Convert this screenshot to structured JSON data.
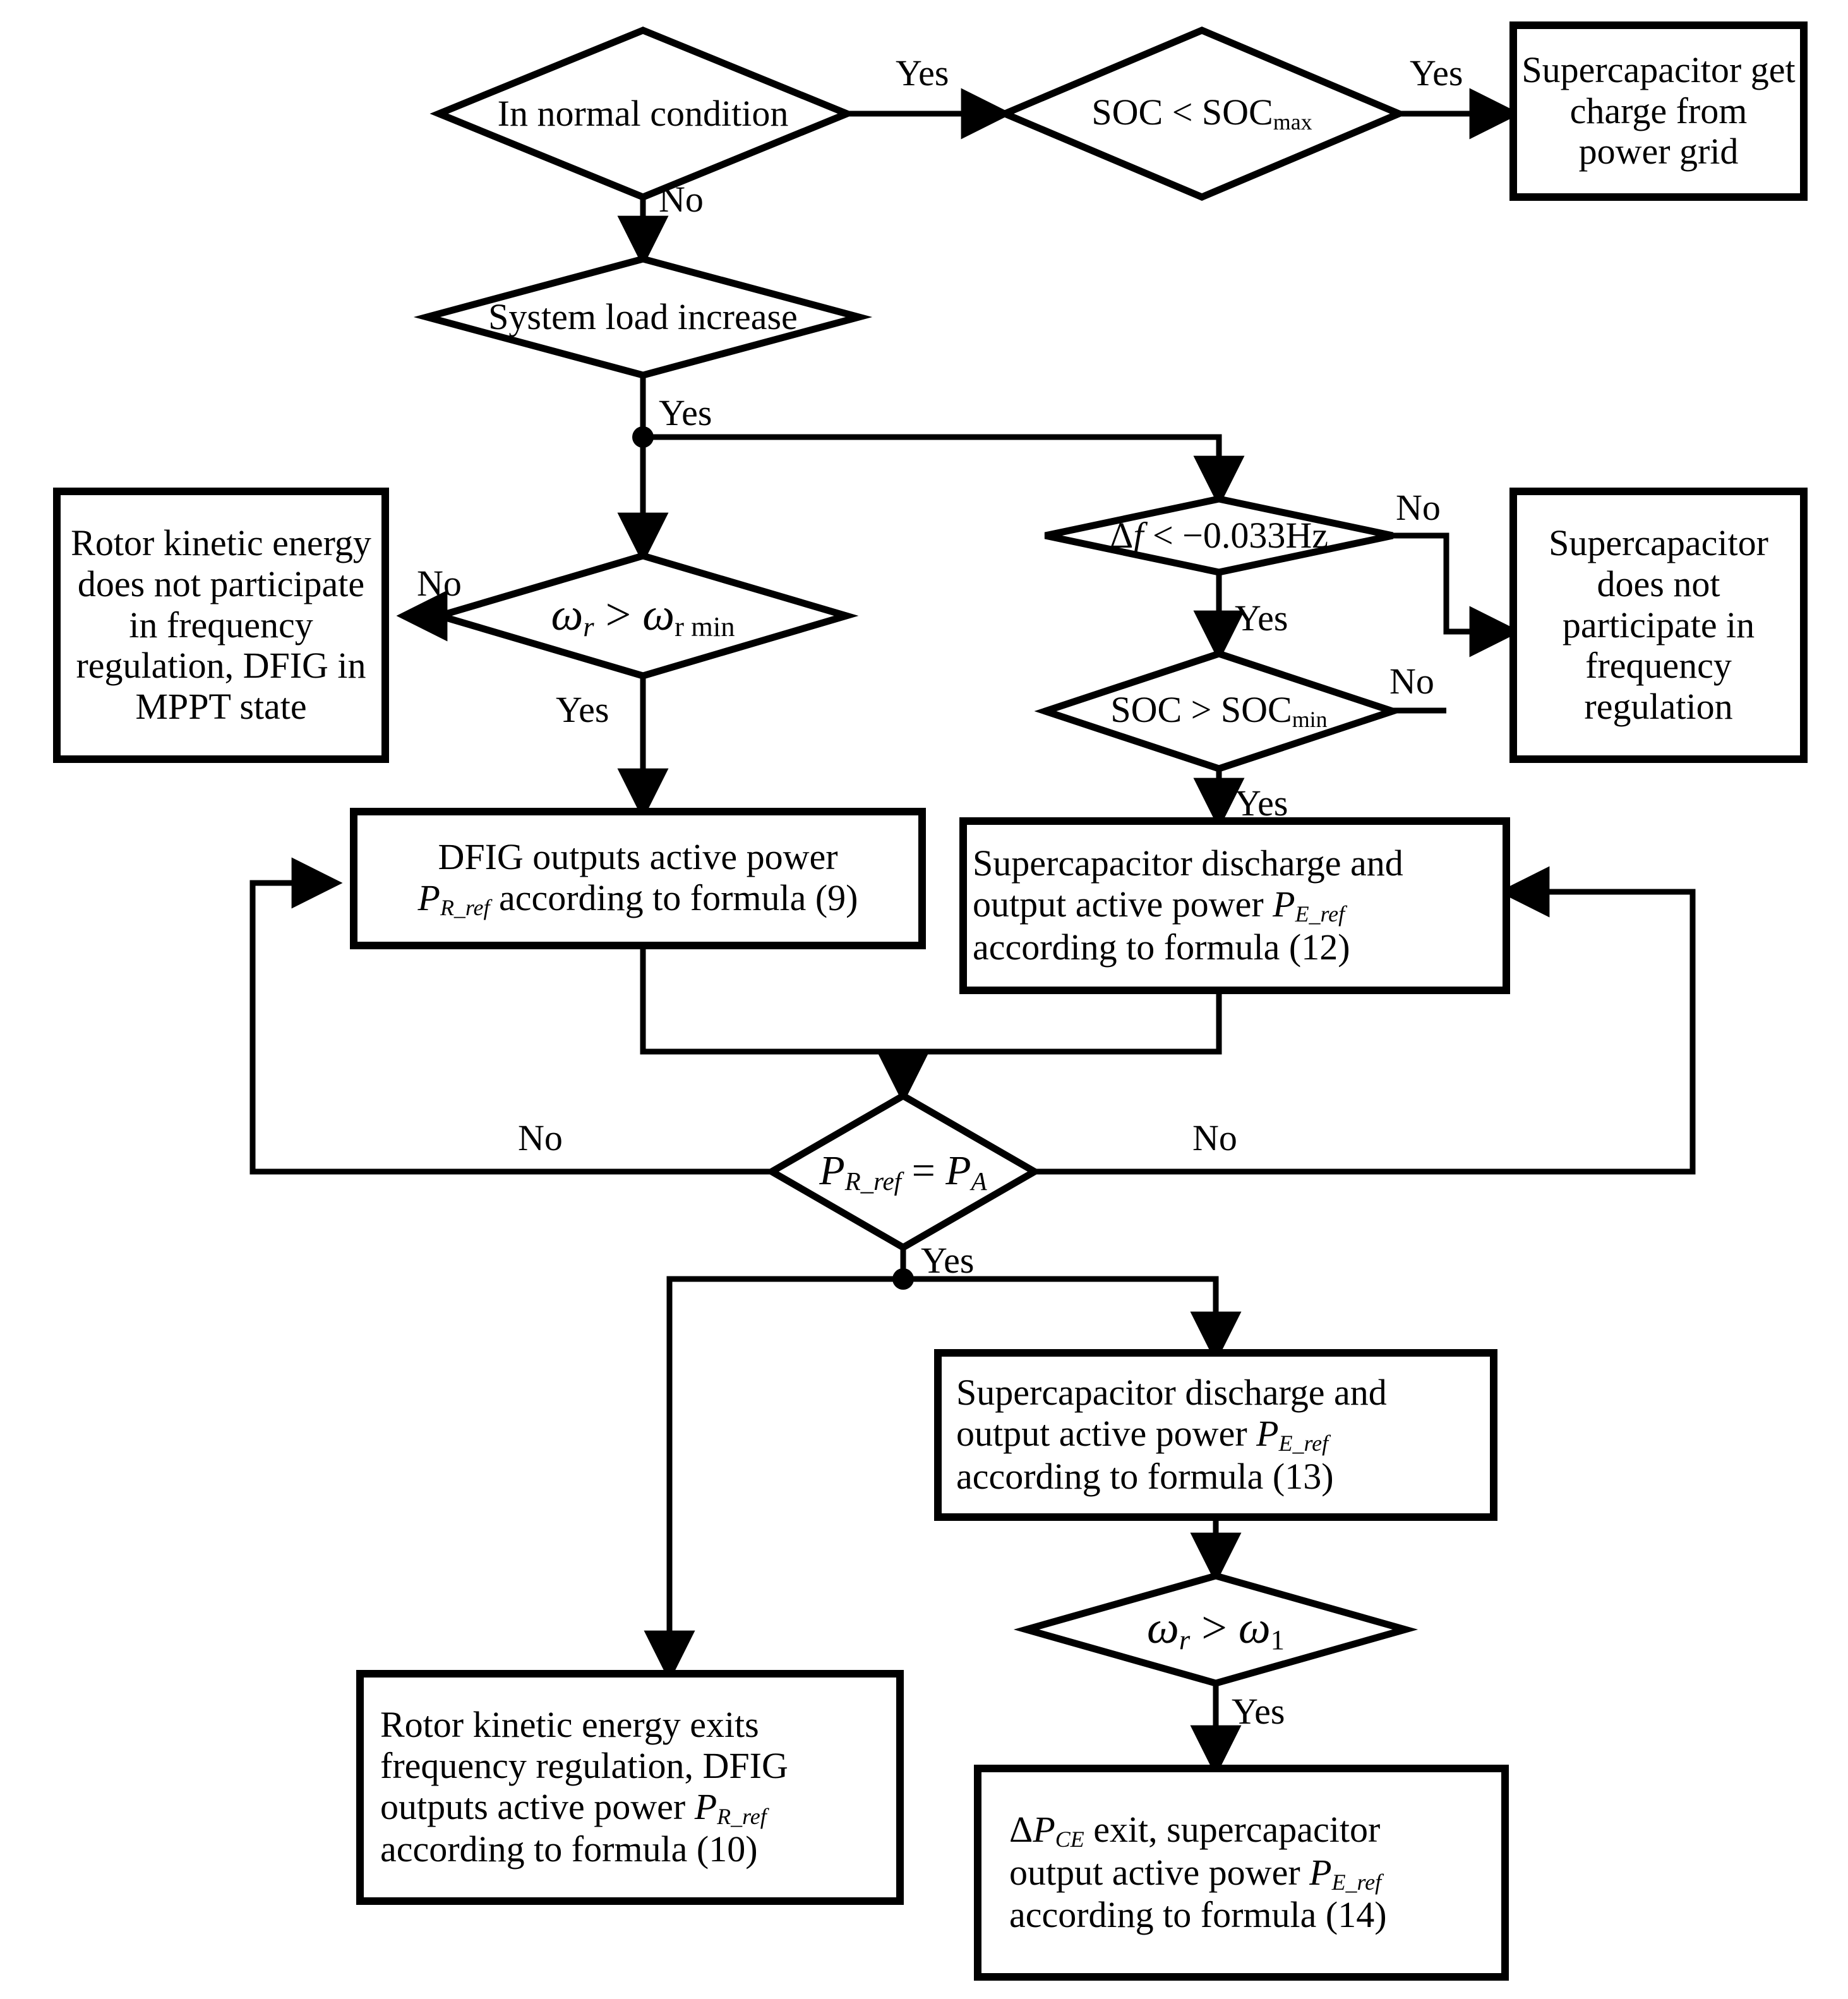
{
  "diagram": {
    "title": "DFIG and supercapacitor coordinated frequency regulation control flowchart",
    "line_color": "#000000",
    "background": "#ffffff",
    "nodes": {
      "d_normal": {
        "type": "decision",
        "text": "In normal condition"
      },
      "d_soc_max": {
        "type": "decision",
        "text": "SOC < SOCmax",
        "base": "SOC < SOC",
        "sub": "max"
      },
      "b_charge": {
        "type": "process",
        "text": "Supercapacitor get charge from power grid"
      },
      "d_load": {
        "type": "decision",
        "text": "System load increase"
      },
      "d_wr_min": {
        "type": "decision",
        "text": "ωr > ωr min",
        "left": "ω",
        "left_sub": "r",
        "op": " > ",
        "right": "ω",
        "right_sub": "r min"
      },
      "b_rotor_no": {
        "type": "process",
        "text": "Rotor kinetic energy does not participate in frequency regulation, DFIG in MPPT state"
      },
      "d_df": {
        "type": "decision",
        "text": "Δf < −0.033Hz"
      },
      "d_soc_min": {
        "type": "decision",
        "text": "SOC > SOCmin",
        "base": "SOC > SOC",
        "sub": "min"
      },
      "b_sc_no": {
        "type": "process",
        "text": "Supercapacitor does not participate in frequency regulation"
      },
      "b_dfig9": {
        "type": "process",
        "line1": "DFIG outputs active power",
        "line2_pre": "P",
        "line2_sub": "R_ref",
        "line2_post": " according to formula (9)"
      },
      "b_sc12": {
        "type": "process",
        "line1": "Supercapacitor discharge and",
        "line2_pre": "output active power  ",
        "line2_sym": "P",
        "line2_sub": "E_ref",
        "line3": "according to formula (12)"
      },
      "d_peq": {
        "type": "decision",
        "text": "PR_ref = PA",
        "left": "P",
        "left_sub": "R_ref",
        "op": " = ",
        "right": "P",
        "right_sub": "A"
      },
      "b_rotor_exit": {
        "type": "process",
        "line1": "Rotor kinetic energy exits",
        "line2": "frequency regulation, DFIG",
        "line3_pre": "outputs active power ",
        "line3_sym": "P",
        "line3_sub": "R_ref",
        "line4": "according to formula (10)"
      },
      "b_sc13": {
        "type": "process",
        "line1": "Supercapacitor discharge and",
        "line2_pre": "output active power ",
        "line2_sym": "P",
        "line2_sub": "E_ref",
        "line3": "according to formula (13)"
      },
      "d_w1": {
        "type": "decision",
        "text": "ωr > ω1",
        "left": "ω",
        "left_sub": "r",
        "op": " > ",
        "right": "ω",
        "right_sub": "1"
      },
      "b_dpce": {
        "type": "process",
        "line1_pre": "Δ",
        "line1_sym": "P",
        "line1_sub": "CE",
        "line1_post": " exit, supercapacitor",
        "line2_pre": "output active power ",
        "line2_sym": "P",
        "line2_sub": "E_ref",
        "line3": "according to formula (14)"
      }
    },
    "edge_labels": {
      "normal_yes": "Yes",
      "normal_no": "No",
      "socmax_yes": "Yes",
      "load_yes": "Yes",
      "wrmin_no": "No",
      "wrmin_yes": "Yes",
      "df_no": "No",
      "df_yes": "Yes",
      "socmin_no": "No",
      "socmin_yes": "Yes",
      "peq_no_left": "No",
      "peq_no_right": "No",
      "peq_yes": "Yes",
      "w1_yes": "Yes"
    }
  }
}
